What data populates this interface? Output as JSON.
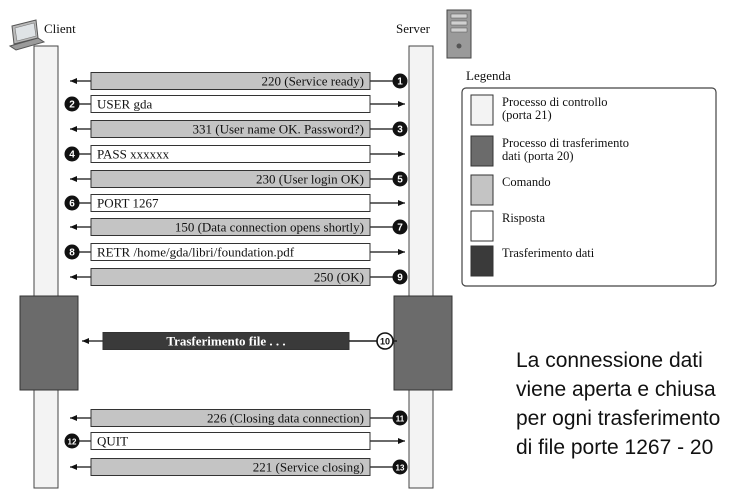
{
  "actors": {
    "client": "Client",
    "server": "Server"
  },
  "messages": [
    {
      "num": "1",
      "text": "220 (Service ready)",
      "dir": "to-client",
      "kind": "command"
    },
    {
      "num": "2",
      "text": "USER gda",
      "dir": "to-server",
      "kind": "response"
    },
    {
      "num": "3",
      "text": "331 (User name OK. Password?)",
      "dir": "to-client",
      "kind": "command"
    },
    {
      "num": "4",
      "text": "PASS xxxxxx",
      "dir": "to-server",
      "kind": "response"
    },
    {
      "num": "5",
      "text": "230 (User login OK)",
      "dir": "to-client",
      "kind": "command"
    },
    {
      "num": "6",
      "text": "PORT 1267",
      "dir": "to-server",
      "kind": "response"
    },
    {
      "num": "7",
      "text": "150 (Data connection opens shortly)",
      "dir": "to-client",
      "kind": "command"
    },
    {
      "num": "8",
      "text": "RETR /home/gda/libri/foundation.pdf",
      "dir": "to-server",
      "kind": "response"
    },
    {
      "num": "9",
      "text": "250 (OK)",
      "dir": "to-client",
      "kind": "command"
    },
    {
      "num": "10",
      "text": "Trasferimento file . . .",
      "dir": "to-client",
      "kind": "transfer"
    },
    {
      "num": "11",
      "text": "226 (Closing data connection)",
      "dir": "to-client",
      "kind": "command"
    },
    {
      "num": "12",
      "text": "QUIT",
      "dir": "to-server",
      "kind": "response"
    },
    {
      "num": "13",
      "text": "221 (Service closing)",
      "dir": "to-client",
      "kind": "command"
    }
  ],
  "legend": {
    "title": "Legenda",
    "items": [
      {
        "label": [
          "Processo di controllo",
          "(porta 21)"
        ],
        "color": "#f3f3f3"
      },
      {
        "label": [
          "Processo di trasferimento",
          "dati (porta 20)"
        ],
        "color": "#6b6b6b"
      },
      {
        "label": [
          "Comando"
        ],
        "color": "#c4c4c4"
      },
      {
        "label": [
          "Risposta"
        ],
        "color": "#ffffff"
      },
      {
        "label": [
          "Trasferimento dati"
        ],
        "color": "#3a3a3a"
      }
    ]
  },
  "note": {
    "lines": [
      "La connessione dati",
      "viene aperta e chiusa",
      "per ogni trasferimento",
      "di file porte 1267 - 20"
    ]
  },
  "colors": {
    "command": "#c4c4c4",
    "response": "#ffffff",
    "transfer": "#3a3a3a",
    "data_process": "#6b6b6b",
    "control_process": "#f3f3f3"
  }
}
